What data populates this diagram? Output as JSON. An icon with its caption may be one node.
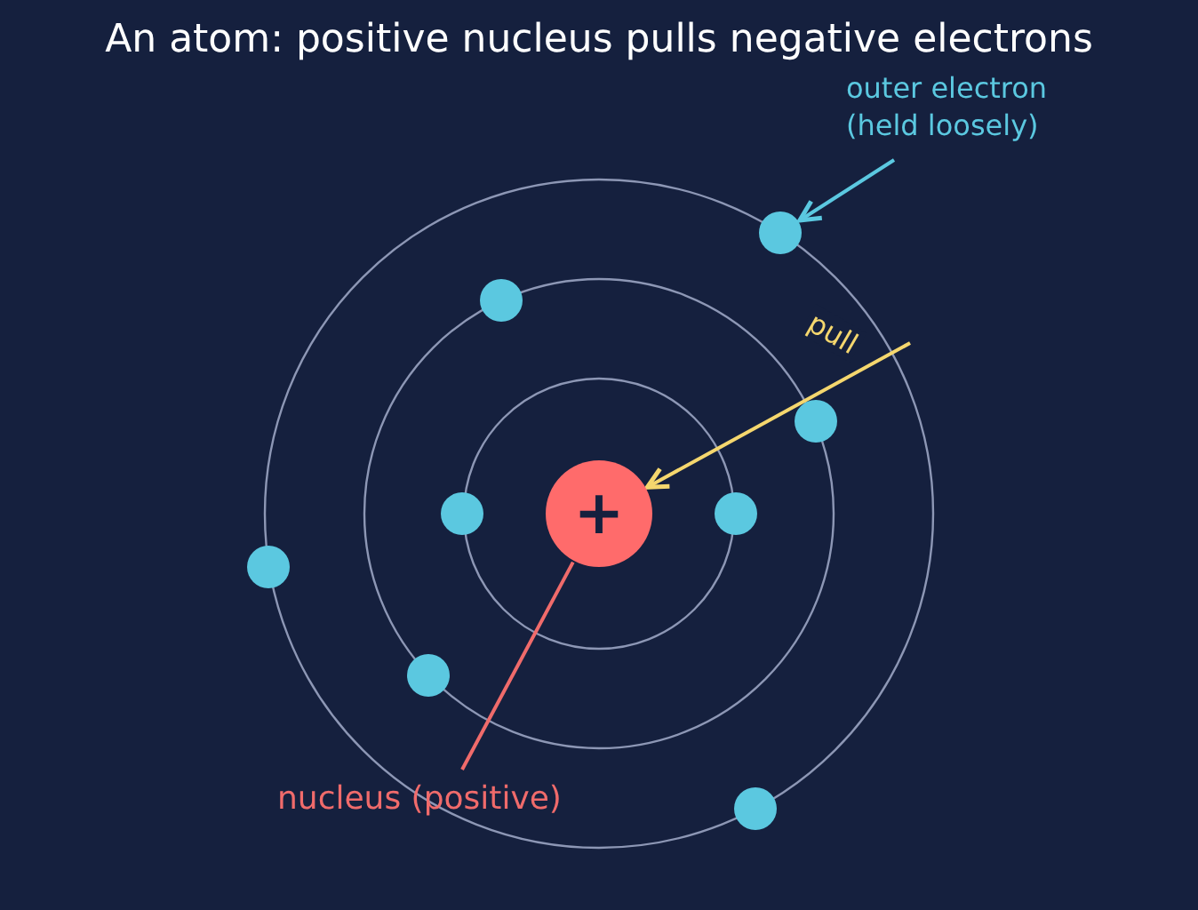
{
  "diagram": {
    "title": "An atom: positive nucleus pulls negative electrons",
    "nodes": [
      {
        "text": [
          "outer electron (held loosely)"
        ]
      },
      {
        "text": [],
        "shape": "circle"
      },
      {
        "text": [],
        "shape": "circle"
      },
      {
        "text": [],
        "shape": "circle"
      },
      {
        "text": [
          "+"
        ]
      },
      {
        "text": [],
        "shape": "circle"
      },
      {
        "text": [],
        "shape": "circle"
      },
      {
        "text": [],
        "shape": "circle"
      },
      {
        "text": [],
        "shape": "circle"
      },
      {
        "text": [
          "nucleus (positive)"
        ]
      },
      {
        "text": [],
        "shape": "circle"
      }
    ],
    "edges": [
      {
        "from": 0,
        "to": 1,
        "arrow": "to",
        "color": "#5bc8e0"
      },
      {
        "from": null,
        "to": 4,
        "arrow": "to",
        "label": "pull",
        "color": "#f5d76e"
      },
      {
        "from": 9,
        "to": 4,
        "arrow": "none",
        "color": "#f06b6b"
      }
    ]
  }
}
